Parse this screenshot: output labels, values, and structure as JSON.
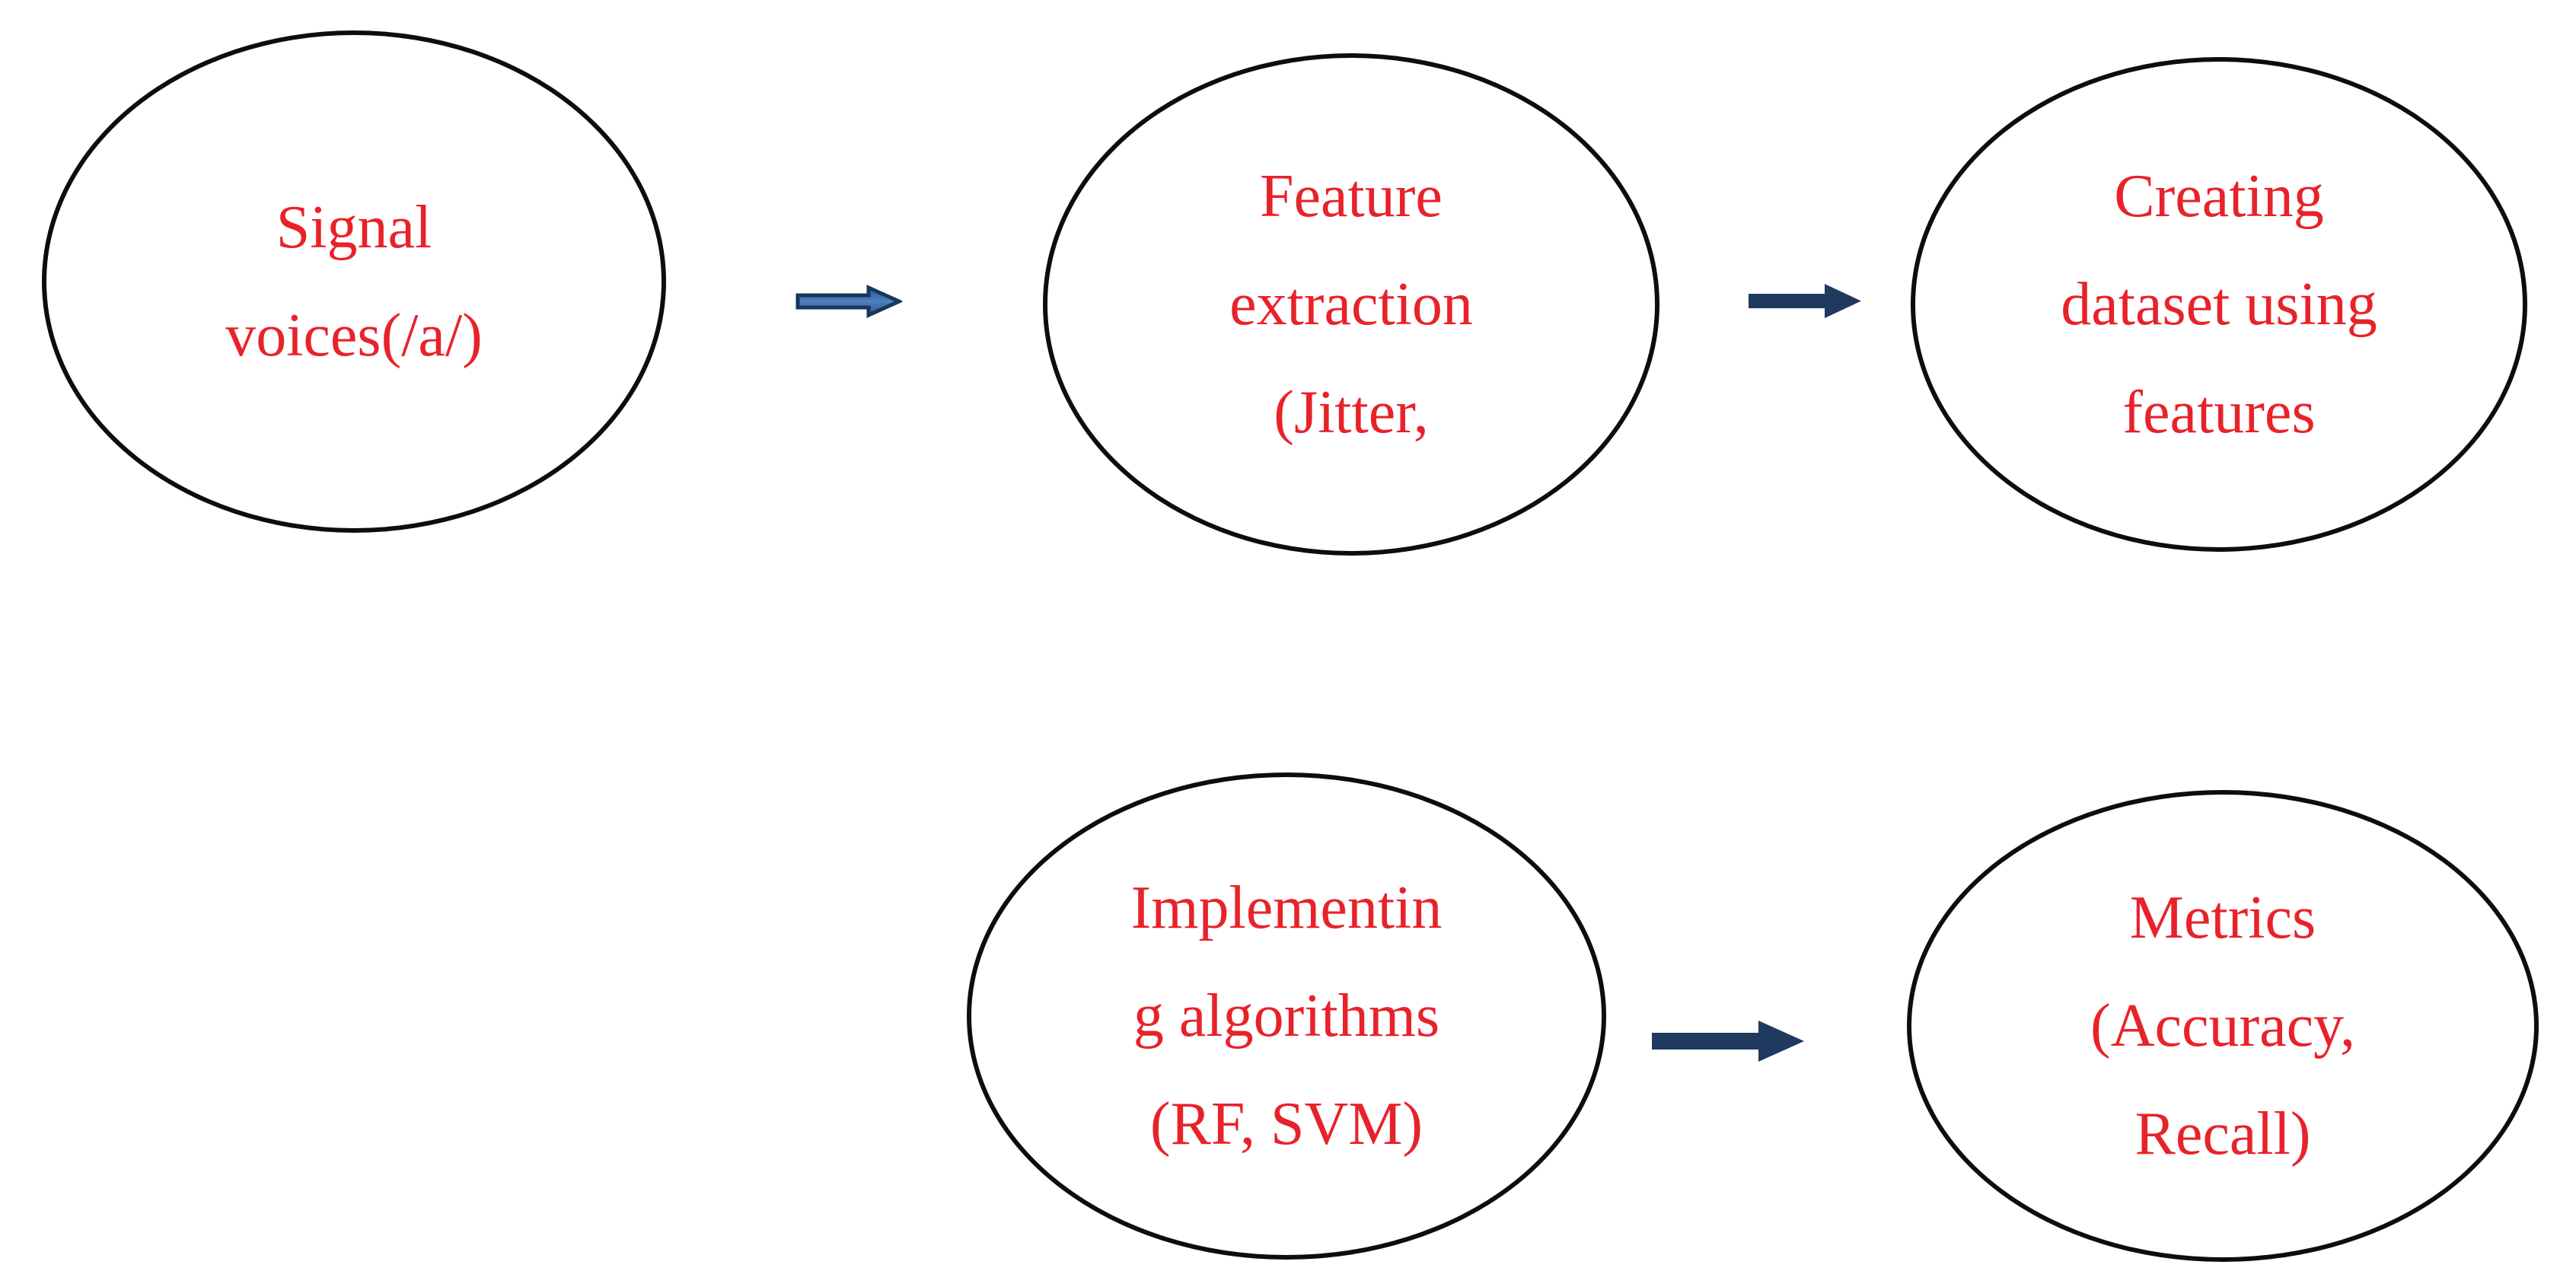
{
  "diagram": {
    "colors": {
      "background": "#ffffff",
      "node_border": "#0d0d0d",
      "node_text": "#e8222a",
      "arrow_solid": "#20395f",
      "arrow_outline": "#17375d",
      "arrow_gradient_edge": "#2c528f",
      "arrow_gradient_center": "#4f81bd"
    },
    "nodes": [
      {
        "id": "signal-voices",
        "lines": [
          "Signal",
          "voices(/a/)"
        ]
      },
      {
        "id": "feature-extraction",
        "lines": [
          "Feature",
          "extraction",
          "(Jitter,"
        ]
      },
      {
        "id": "creating-dataset",
        "lines": [
          "Creating",
          "dataset using",
          "features"
        ]
      },
      {
        "id": "implementing-algorithms",
        "lines": [
          "Implementin",
          "g algorithms",
          "(RF, SVM)"
        ]
      },
      {
        "id": "metrics",
        "lines": [
          "Metrics",
          "(Accuracy,",
          "Recall)"
        ]
      }
    ],
    "arrows": [
      {
        "id": "arrow-signal-to-feature",
        "style": "outlined-gradient",
        "direction": "right"
      },
      {
        "id": "arrow-feature-to-dataset",
        "style": "solid",
        "direction": "right"
      },
      {
        "id": "arrow-algorithms-to-metrics",
        "style": "solid",
        "direction": "right"
      }
    ]
  }
}
